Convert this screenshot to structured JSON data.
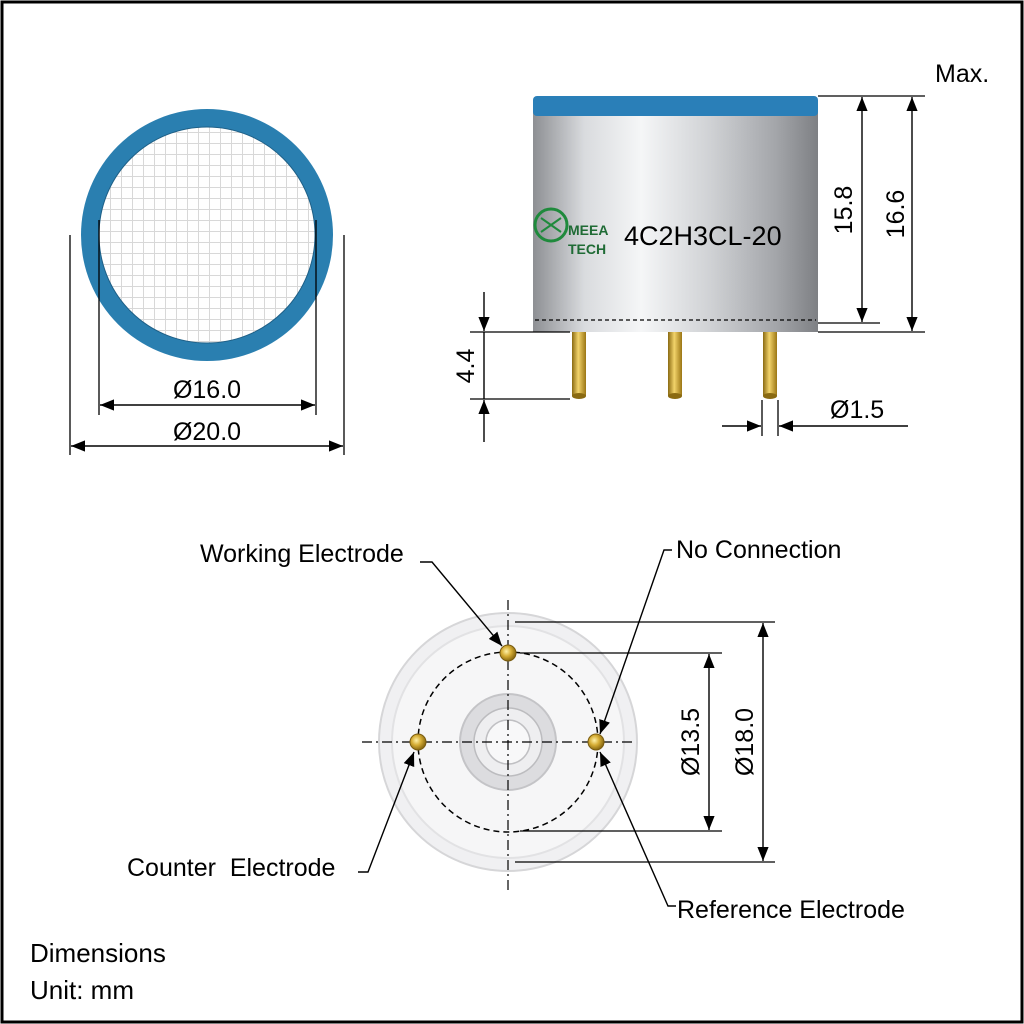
{
  "top_view": {
    "inner_diameter_label": "Ø16.0",
    "outer_diameter_label": "Ø20.0"
  },
  "side_view": {
    "max_label": "Max.",
    "height_label": "15.8",
    "max_height_label": "16.6",
    "pin_length_label": "4.4",
    "pin_diameter_label": "Ø1.5",
    "brand_line1": "MEEA",
    "brand_line2": "TECH",
    "model": "4C2H3CL-20"
  },
  "bottom_view": {
    "working_electrode": "Working Electrode",
    "no_connection": "No Connection",
    "counter_electrode": "Counter  Electrode",
    "reference_electrode": "Reference Electrode",
    "pin_circle_label": "Ø13.5",
    "body_diameter_label": "Ø18.0"
  },
  "footer": {
    "line1": "Dimensions",
    "line2": "Unit: mm"
  },
  "colors": {
    "ring_blue": "#2a7fb0",
    "cap_blue": "#2a7fb8",
    "pin_gold": "#c9a12c"
  }
}
